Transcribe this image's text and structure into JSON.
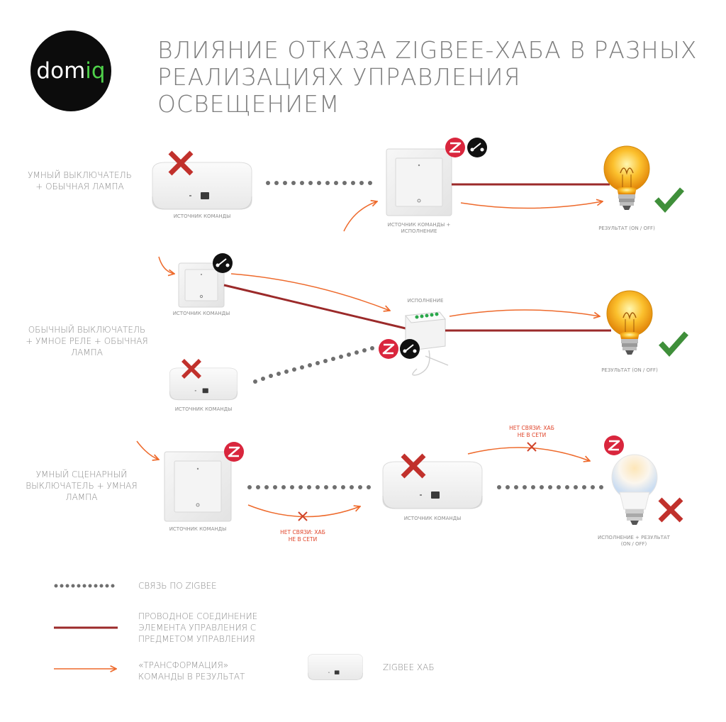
{
  "logo": {
    "text_main": "dom",
    "text_accent": "iq"
  },
  "title": {
    "line1": "ВЛИЯНИЕ ОТКАЗА ZIGBEE-ХАБА В РАЗНЫХ",
    "line2": "РЕАЛИЗАЦИЯХ УПРАВЛЕНИЯ ОСВЕЩЕНИЕМ"
  },
  "rows": [
    {
      "label_line1": "УМНЫЙ ВЫКЛЮЧАТЕЛЬ",
      "label_line2": "+ ОБЫЧНАЯ ЛАМПА",
      "hub_caption": "ИСТОЧНИК КОМАНДЫ",
      "switch_caption_line1": "ИСТОЧНИК КОМАНДЫ +",
      "switch_caption_line2": "ИСПОЛНЕНИЕ",
      "result_caption": "РЕЗУЛЬТАТ (ON / OFF)",
      "hub_failed": true,
      "result_ok": true
    },
    {
      "label_line1": "ОБЫЧНЫЙ ВЫКЛЮЧАТЕЛЬ",
      "label_line2": "+ УМНОЕ РЕЛЕ + ОБЫЧНАЯ",
      "label_line3": "ЛАМПА",
      "switch_caption": "ИСТОЧНИК КОМАНДЫ",
      "relay_caption": "ИСПОЛНЕНИЕ",
      "hub_caption": "ИСТОЧНИК КОМАНДЫ",
      "result_caption": "РЕЗУЛЬТАТ (ON / OFF)",
      "hub_failed": true,
      "result_ok": true
    },
    {
      "label_line1": "УМНЫЙ СЦЕНАРНЫЙ",
      "label_line2": "ВЫКЛЮЧАТЕЛЬ + УМНАЯ",
      "label_line3": "ЛАМПА",
      "switch_caption": "ИСТОЧНИК КОМАНДЫ",
      "no_link_left_line1": "НЕТ СВЯЗИ: ХАБ",
      "no_link_left_line2": "НЕ В СЕТИ",
      "hub_caption": "ИСТОЧНИК КОМАНДЫ",
      "no_link_right_line1": "НЕТ СВЯЗИ: ХАБ",
      "no_link_right_line2": "НЕ В СЕТИ",
      "result_caption_line1": "ИСПОЛНЕНИЕ + РЕЗУЛЬТАТ",
      "result_caption_line2": "(ON / OFF)",
      "hub_failed": true,
      "result_ok": false
    }
  ],
  "legend": {
    "zigbee_link": "СВЯЗЬ ПО ZIGBEE",
    "wired_line1": "ПРОВОДНОЕ СОЕДИНЕНИЕ",
    "wired_line2": "ЭЛЕМЕНТА УПРАВЛЕНИЯ С",
    "wired_line3": "ПРЕДМЕТОМ УПРАВЛЕНИЯ",
    "transform_line1": "«ТРАНСФОРМАЦИЯ»",
    "transform_line2": "КОМАНДЫ В РЕЗУЛЬТАТ",
    "hub": "ZIGBEE ХАБ"
  },
  "colors": {
    "wire": "#9b2a2a",
    "arrow": "#ee6a2c",
    "dots": "#6f6f6f",
    "fail_x": "#c1312c",
    "ok_check": "#3f8f3a",
    "zigbee_badge": "#d9263d",
    "accent_logo": "#4fd14a",
    "title": "#7d7d7d"
  },
  "icons": [
    "x-mark-icon",
    "check-mark-icon",
    "zigbee-icon",
    "switch-toggle-icon",
    "light-bulb-icon",
    "smart-bulb-icon",
    "zigbee-hub-icon",
    "wall-switch-icon",
    "relay-module-icon"
  ]
}
